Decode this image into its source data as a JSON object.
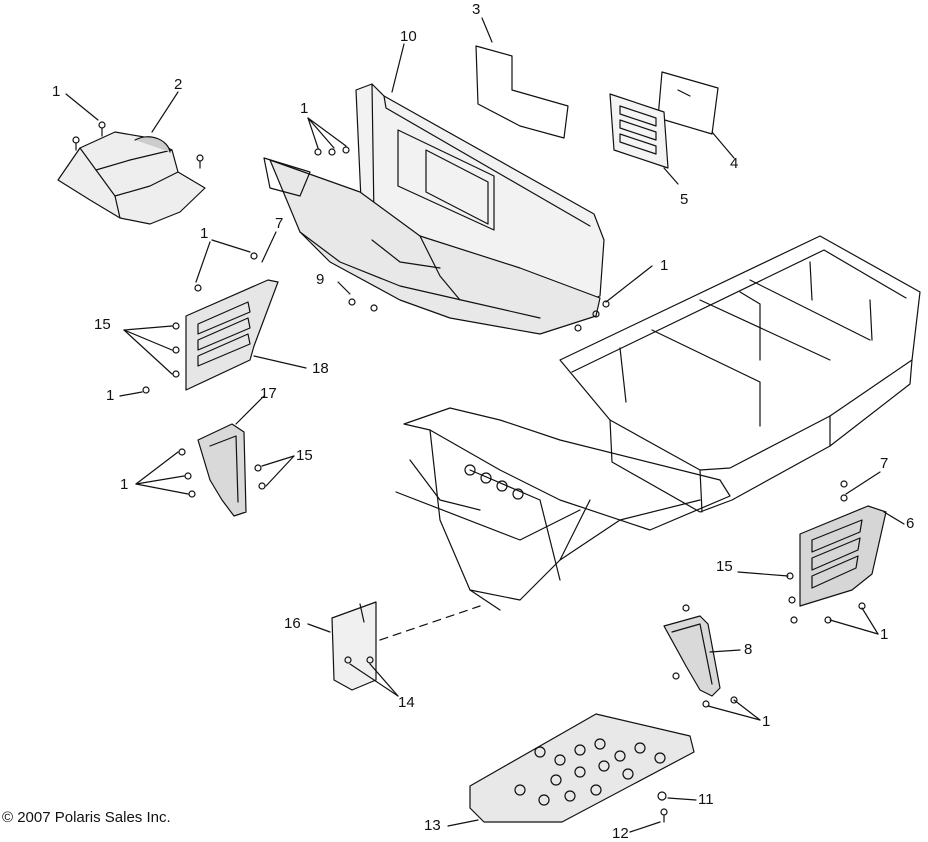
{
  "copyright": "© 2007 Polaris Sales Inc.",
  "callouts": [
    {
      "id": "c1a",
      "label": "1"
    },
    {
      "id": "c2",
      "label": "2"
    },
    {
      "id": "c3",
      "label": "3"
    },
    {
      "id": "c10",
      "label": "10"
    },
    {
      "id": "c4",
      "label": "4"
    },
    {
      "id": "c5",
      "label": "5"
    },
    {
      "id": "c1b",
      "label": "1"
    },
    {
      "id": "c1c",
      "label": "1"
    },
    {
      "id": "c7a",
      "label": "7"
    },
    {
      "id": "c9",
      "label": "9"
    },
    {
      "id": "c1d",
      "label": "1"
    },
    {
      "id": "c15a",
      "label": "15"
    },
    {
      "id": "c18",
      "label": "18"
    },
    {
      "id": "c1e",
      "label": "1"
    },
    {
      "id": "c17",
      "label": "17"
    },
    {
      "id": "c15b",
      "label": "15"
    },
    {
      "id": "c1f",
      "label": "1"
    },
    {
      "id": "c7b",
      "label": "7"
    },
    {
      "id": "c6",
      "label": "6"
    },
    {
      "id": "c15c",
      "label": "15"
    },
    {
      "id": "c1g",
      "label": "1"
    },
    {
      "id": "c16",
      "label": "16"
    },
    {
      "id": "c8",
      "label": "8"
    },
    {
      "id": "c14",
      "label": "14"
    },
    {
      "id": "c1h",
      "label": "1"
    },
    {
      "id": "c11",
      "label": "11"
    },
    {
      "id": "c13",
      "label": "13"
    },
    {
      "id": "c12",
      "label": "12"
    }
  ]
}
